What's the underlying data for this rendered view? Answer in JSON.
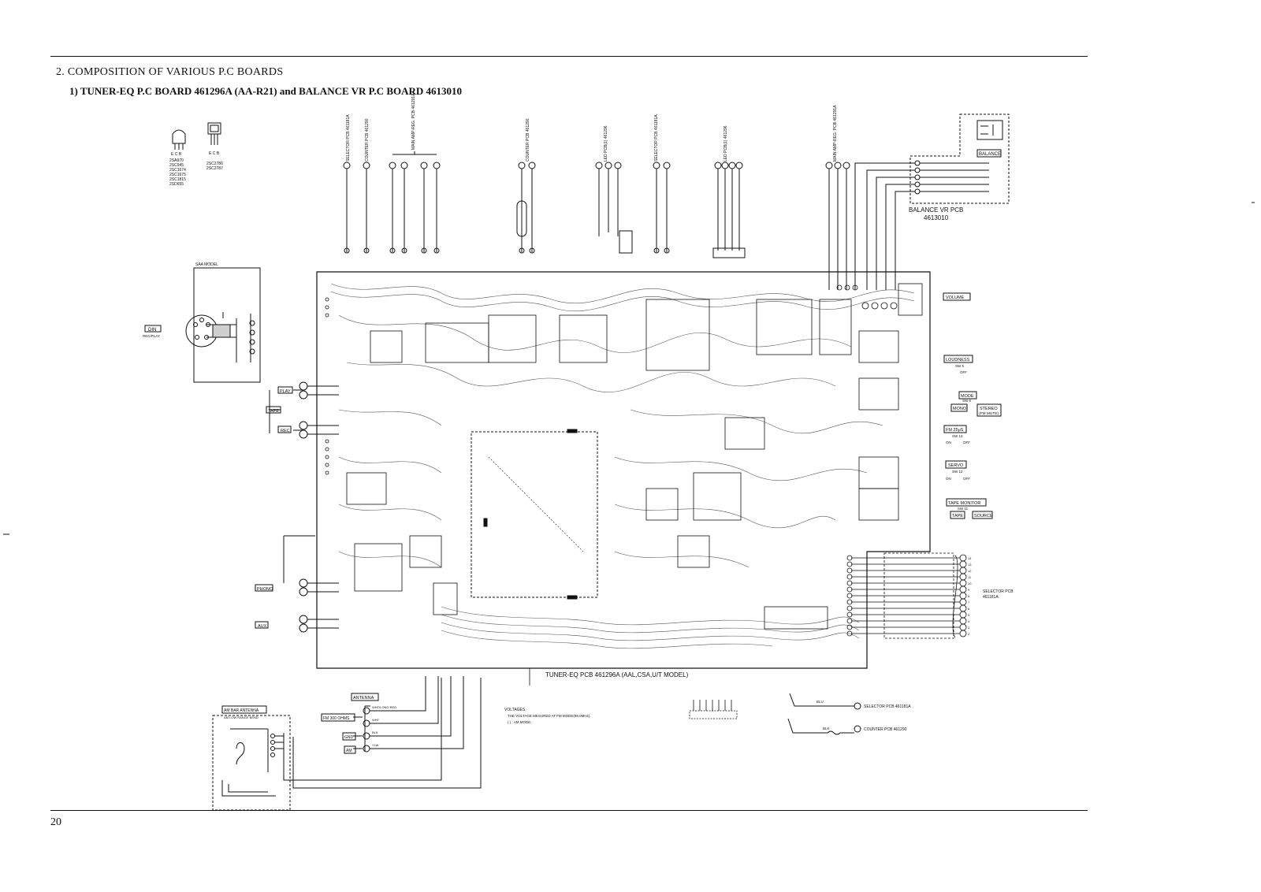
{
  "page": {
    "section_title": "2. COMPOSITION OF VARIOUS P.C BOARDS",
    "subsection_title": "1) TUNER-EQ P.C BOARD 461296A (AA-R21) and BALANCE VR P.C BOARD 4613010",
    "page_number": "20"
  },
  "transistors": {
    "pinout_1": "E C B",
    "pinout_2": "E C B",
    "list_1": [
      "2SA970",
      "2SC945",
      "2SC1674",
      "2SC1675",
      "2SC1815",
      "2SD655"
    ],
    "list_2": [
      "2SC2786",
      "2SC2787"
    ]
  },
  "top_connectors": {
    "selector_pcb_1": "SELECTOR PCB 461181A",
    "counter_pcb_1": "COUNTER PCB 461290",
    "main_amp_1": "MAIN AMP-REG. PCB 461291A",
    "counter_pcb_2": "COUNTER PCB 461290",
    "led_pcb_1": "LED PCB(1) 461296",
    "selector_pcb_2": "SELECTOR PCB 461181A",
    "led_pcb_2": "LED PCB(1) 461296",
    "main_amp_2": "MAIN AMP-REG. PCB 461291A"
  },
  "balance": {
    "button": "BALANCE",
    "board_name": "BALANCE VR PCB",
    "board_number": "4613010"
  },
  "saa_model": "SAA MODEL",
  "din": {
    "label": "DIN",
    "sub": "REC/PLAY"
  },
  "left_jacks": {
    "play": "PLAY",
    "tape": "TAPE",
    "rec": "REC",
    "phono": "PHONO",
    "aux": "AUX"
  },
  "right_controls": {
    "volume": "VOLUME",
    "loudness": "LOUDNESS",
    "loudness_sw": "SW 5",
    "loudness_opt": "OFF",
    "mode": "MODE",
    "mode_sw": "SW 6",
    "mono": "MONO",
    "stereo_1": "STEREO",
    "stereo_2": "(FM MUTE)",
    "fm": "FM 25μS",
    "fm_sw": "SW 13",
    "fm_on": "ON",
    "fm_off": "OFF",
    "servo": "SERVO",
    "servo_sw": "SW 12",
    "servo_on": "ON",
    "servo_off": "OFF",
    "tape_monitor": "TAPE MONITOR",
    "tape_monitor_sw": "SW 11",
    "tape": "TAPE",
    "source": "SOURCE"
  },
  "selector_pcb_right": {
    "name": "SELECTOR PCB",
    "number": "461181A"
  },
  "board_caption": "TUNER-EQ PCB 461296A (AAL,CSA,U/T MODEL)",
  "antenna": {
    "title": "ANTENNA",
    "am_bar": "AM BAR ANTENNA",
    "am_bar_sub": "AM LOW RANGE BEND",
    "fm_300": "FM 300 OHMS",
    "gnd": "GND",
    "am": "AM",
    "wire_1": "WHT/LONG RED",
    "wire_2": "WHT",
    "wire_3": "BLK",
    "wire_4": "YLW"
  },
  "voltages": {
    "title": "VOLTAGES",
    "line_1": "THE VOLTAGE MESURED AT FM MODE(98.0MHz).",
    "line_2": "( ) : AM MODE."
  },
  "bottom_right_connectors": {
    "selector": "SELECTOR PCB 461181A",
    "counter": "COUNTER PCB 461290",
    "wire_blu": "BLU",
    "wire_blk": "BLK"
  },
  "selector_pins": [
    "14",
    "13",
    "12",
    "11",
    "10",
    "9",
    "8",
    "7",
    "6",
    "5",
    "4",
    "3",
    "2",
    "1"
  ]
}
